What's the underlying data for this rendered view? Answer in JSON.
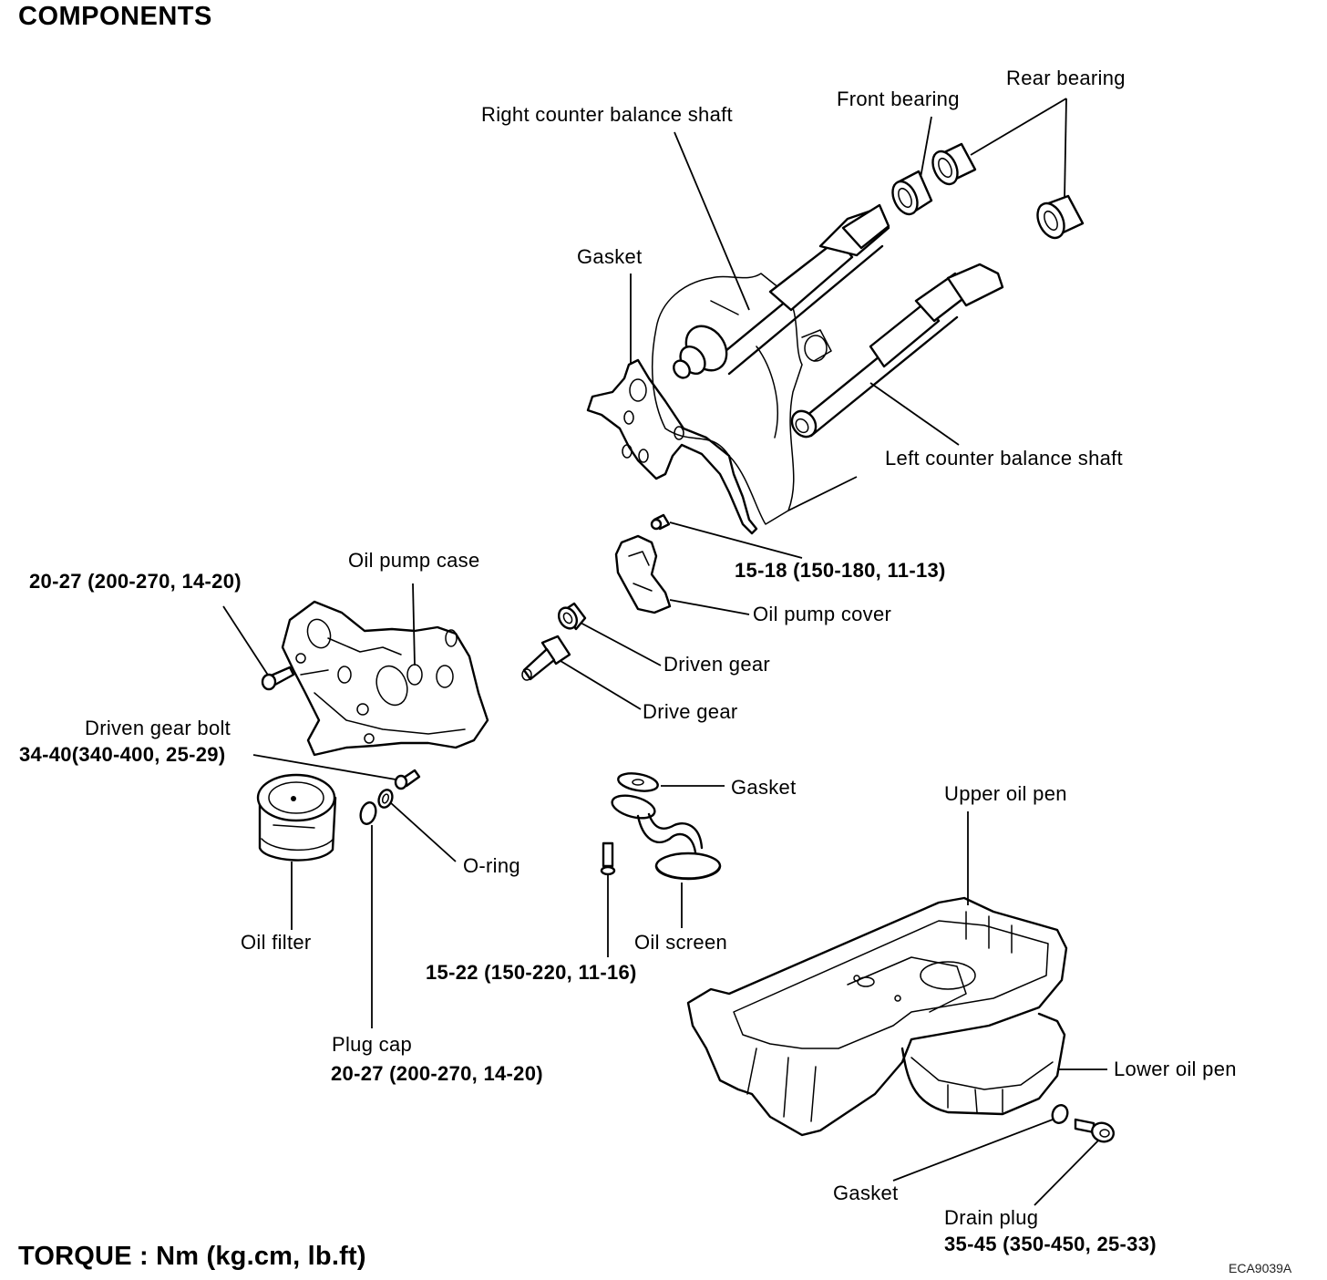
{
  "title": "COMPONENTS",
  "torque_legend": "TORQUE : Nm (kg.cm, lb.ft)",
  "figure_code": "ECA9039A",
  "colors": {
    "ink": "#000000",
    "background": "#ffffff"
  },
  "parts": {
    "right_counter_balance_shaft": "Right counter balance shaft",
    "front_bearing": "Front bearing",
    "rear_bearing": "Rear bearing",
    "gasket_front_case": "Gasket",
    "left_counter_balance_shaft": "Left counter balance shaft",
    "oil_pump_case": "Oil pump case",
    "oil_pump_cover": "Oil pump cover",
    "driven_gear": "Driven gear",
    "drive_gear": "Drive gear",
    "driven_gear_bolt": "Driven gear bolt",
    "gasket_oil_screen": "Gasket",
    "upper_oil_pan": "Upper oil pen",
    "o_ring": "O-ring",
    "oil_filter": "Oil filter",
    "oil_screen": "Oil screen",
    "plug_cap": "Plug cap",
    "lower_oil_pan": "Lower oil pen",
    "gasket_drain": "Gasket",
    "drain_plug": "Drain plug"
  },
  "torques": {
    "oil_pump_case_bolt": "20-27 (200-270, 14-20)",
    "oil_pump_cover_bolt": "15-18 (150-180, 11-13)",
    "driven_gear_bolt": "34-40(340-400, 25-29)",
    "oil_screen_bolt": "15-22 (150-220, 11-16)",
    "plug_cap": "20-27 (200-270, 14-20)",
    "drain_plug": "35-45 (350-450, 25-33)"
  }
}
